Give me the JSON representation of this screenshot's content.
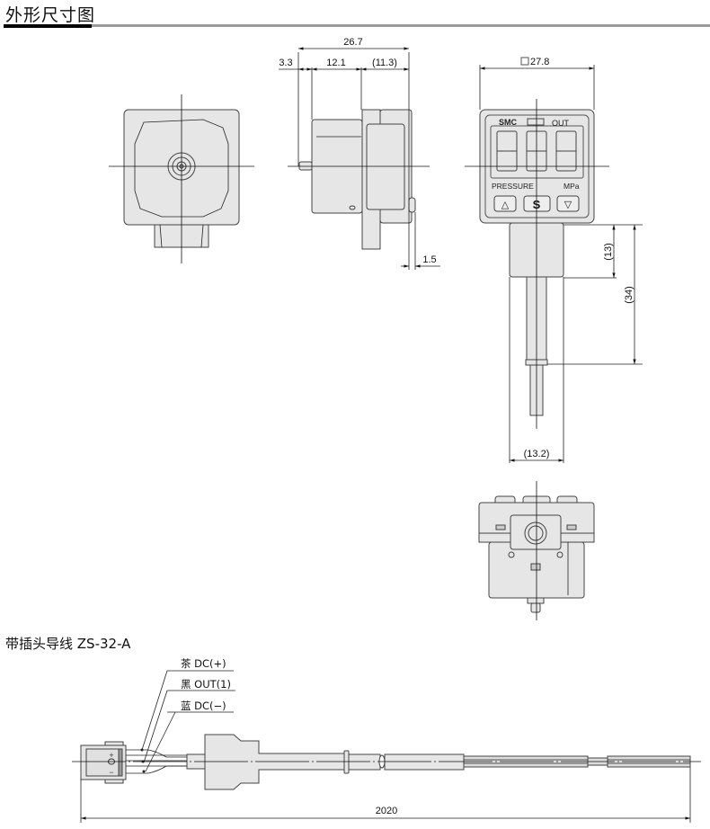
{
  "header": {
    "title": "外形尺寸图"
  },
  "views": {
    "side": {
      "dims": {
        "overall": "26.7",
        "pin": "3.3",
        "body": "12.1",
        "front": "(11.3)",
        "button": "1.5"
      }
    },
    "front": {
      "dims": {
        "width": "27.8",
        "conn": "(13)",
        "total": "(34)",
        "conn_width": "(13.2)"
      },
      "panel": {
        "brand": "SMC",
        "out": "OUT",
        "pressure": "PRESSURE",
        "unit": "MPa",
        "btn_up": "△",
        "btn_set": "S",
        "btn_down": "▽"
      }
    }
  },
  "cable": {
    "title": "带插头导线 ZS-32-A",
    "wires": [
      {
        "label": "茶 DC(+)"
      },
      {
        "label": "黑 OUT(1)"
      },
      {
        "label": "蓝 DC(−)"
      }
    ],
    "connector": {
      "plus": "+",
      "minus": "−"
    },
    "length": "2020"
  }
}
